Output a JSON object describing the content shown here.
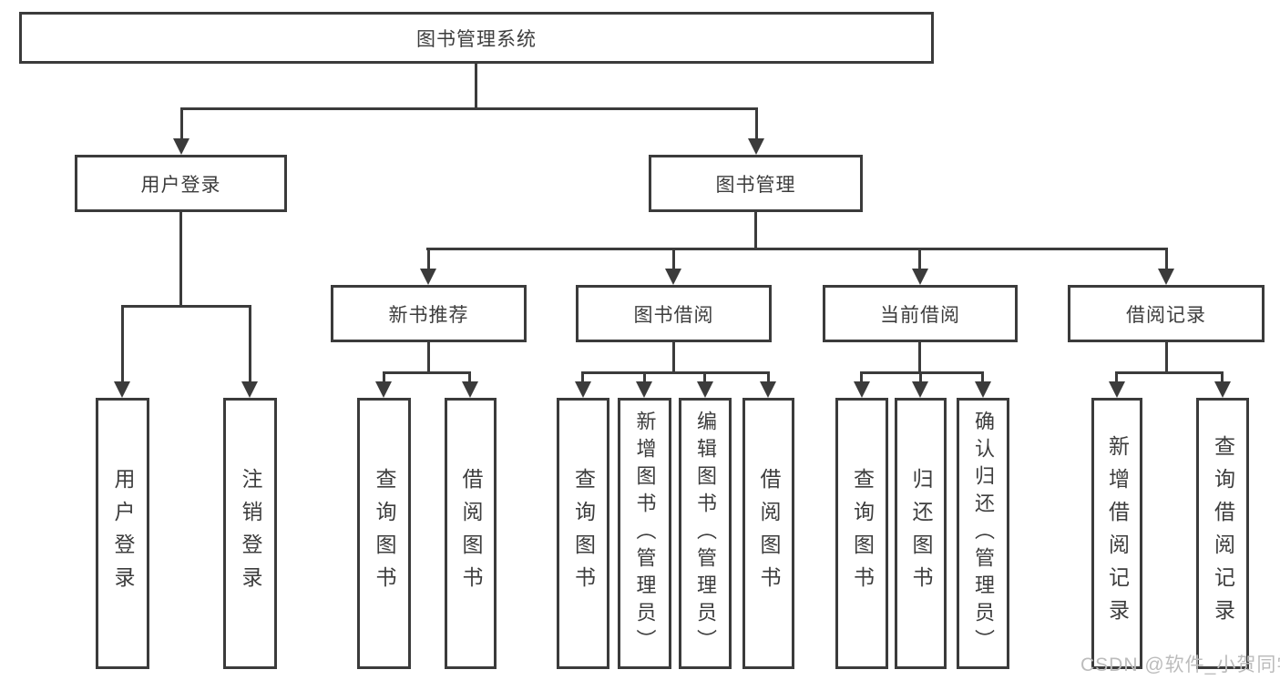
{
  "diagram": {
    "root": {
      "label": "图书管理系统"
    },
    "branches": [
      {
        "label": "用户登录",
        "children": [
          {
            "label": "用户登录"
          },
          {
            "label": "注销登录"
          }
        ]
      },
      {
        "label": "图书管理",
        "children": [
          {
            "label": "新书推荐",
            "children": [
              {
                "label": "查询图书"
              },
              {
                "label": "借阅图书"
              }
            ]
          },
          {
            "label": "图书借阅",
            "children": [
              {
                "label": "查询图书"
              },
              {
                "label": "新增图书（管理员）"
              },
              {
                "label": "编辑图书（管理员）"
              },
              {
                "label": "借阅图书"
              }
            ]
          },
          {
            "label": "当前借阅",
            "children": [
              {
                "label": "查询图书"
              },
              {
                "label": "归还图书"
              },
              {
                "label": "确认归还（管理员）"
              }
            ]
          },
          {
            "label": "借阅记录",
            "children": [
              {
                "label": "新增借阅记录"
              },
              {
                "label": "查询借阅记录"
              }
            ]
          }
        ]
      }
    ]
  },
  "watermark": {
    "text": "CSDN @软件_小贺同学"
  },
  "colors": {
    "line": "#3b3b3b",
    "box_fill": "#ffffff",
    "text": "#3d3d3d",
    "watermark": "#bcbcbc",
    "background": "#ffffff"
  }
}
